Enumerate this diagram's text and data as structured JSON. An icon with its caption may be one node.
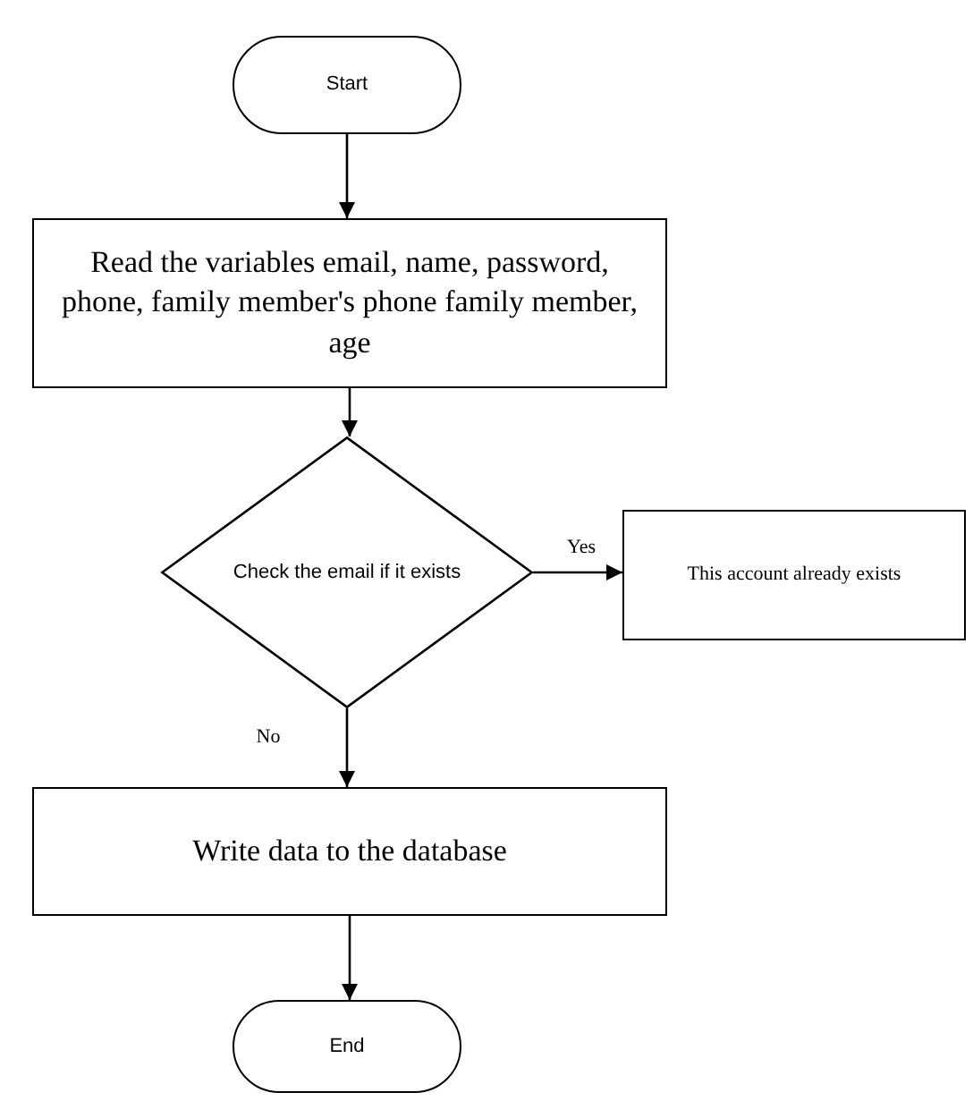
{
  "diagram": {
    "nodes": [
      {
        "text": [
          "Start"
        ]
      },
      {
        "text": [
          "Read the variables email, name, password, phone, family member's phone family member, age"
        ]
      },
      {
        "text": [
          "Check the email if it exists"
        ]
      },
      {
        "text": [
          "This account already exists"
        ]
      },
      {
        "text": [
          "Write data to the database"
        ]
      },
      {
        "text": [
          "End"
        ]
      }
    ],
    "edges": [
      {
        "from": 0,
        "to": 1,
        "arrow": "to"
      },
      {
        "from": 1,
        "to": 2,
        "arrow": "to"
      },
      {
        "from": 2,
        "to": 3,
        "arrow": "to",
        "label": "Yes"
      },
      {
        "from": 2,
        "to": 4,
        "arrow": "to",
        "label": "No"
      },
      {
        "from": 4,
        "to": 5,
        "arrow": "to"
      }
    ]
  }
}
